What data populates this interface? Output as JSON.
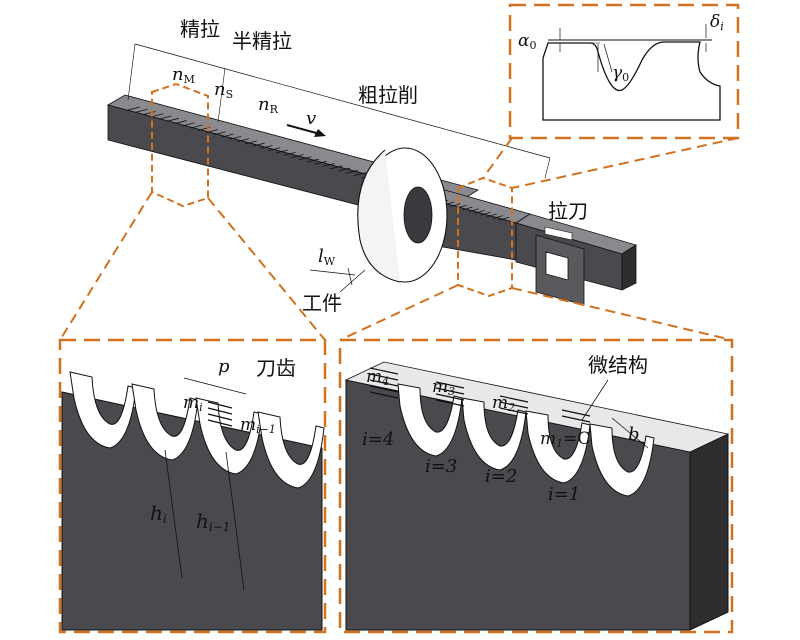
{
  "labels": {
    "fine": "精拉",
    "semi_fine": "半精拉",
    "rough": "粗拉削",
    "broach": "拉刀",
    "workpiece": "工件",
    "tooth": "刀齿",
    "microstructure": "微结构",
    "n_M": "n",
    "n_M_sub": "M",
    "n_S": "n",
    "n_S_sub": "S",
    "n_R": "n",
    "n_R_sub": "R",
    "v": "v",
    "l_W": "l",
    "l_W_sub": "W",
    "alpha0": "α",
    "alpha0_sub": "0",
    "gamma0": "γ",
    "gamma0_sub": "0",
    "delta_i": "δ",
    "delta_i_sub": "i",
    "p": "p",
    "m_i": "m",
    "m_i_sub": "i",
    "m_i1": "m",
    "m_i1_sub": "i−1",
    "h_i": "h",
    "h_i_sub": "i",
    "h_i1": "h",
    "h_i1_sub": "i−1",
    "m4": "m",
    "m4_sub": "4",
    "m3": "m",
    "m3_sub": "3",
    "m2": "m",
    "m2_sub": "2",
    "m1_eq": "m",
    "m1_eq_sub": "1",
    "m1_eq_rest": "=C",
    "b": "b",
    "i4": "i=4",
    "i3": "i=3",
    "i2": "i=2",
    "i1": "i=1"
  },
  "colors": {
    "body": "#4a4a4e",
    "body_dark": "#2e2e31",
    "body_light": "#8a8a8e",
    "callout": "#d0721f",
    "tooth_face": "#ffffff",
    "line": "#111111"
  }
}
